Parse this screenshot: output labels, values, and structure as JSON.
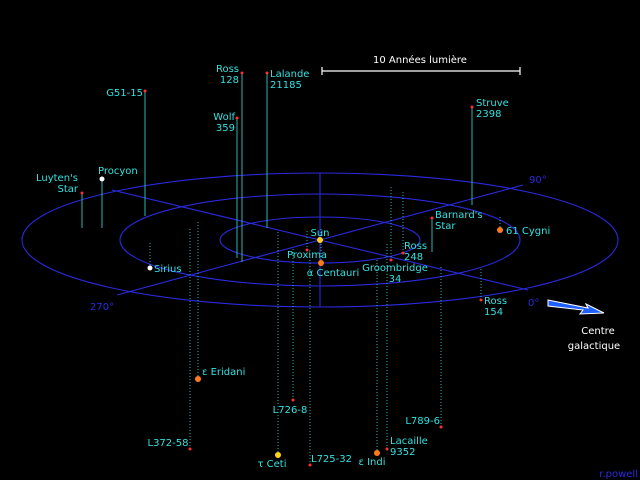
{
  "colors": {
    "background": "#000000",
    "grid": "#2a2adf",
    "stem": "#2bb3b3",
    "stem_below": "#2bb3b3",
    "label": "#35e0e0",
    "scale": "#ffffff",
    "star_red": "#ff3030",
    "star_orange": "#ff7a1a",
    "star_yellow": "#ffd21a",
    "star_white": "#ffffff",
    "arrow": "#2060ff",
    "credit": "#2a2adf"
  },
  "scale_bar": {
    "label": "10 Années lumière"
  },
  "angles": {
    "a0": "0°",
    "a90": "90°",
    "a270": "270°"
  },
  "galactic_center": {
    "line1": "Centre",
    "line2": "galactique"
  },
  "credit": "r.powell",
  "stars": [
    {
      "id": "sun",
      "lines": [
        "Sun"
      ],
      "color": "yellow"
    },
    {
      "id": "proxima",
      "lines": [
        "Proxima"
      ],
      "color": "red"
    },
    {
      "id": "alpha-centauri",
      "lines": [
        "α Centauri"
      ],
      "color": "orange"
    },
    {
      "id": "sirius",
      "lines": [
        "Sirius"
      ],
      "color": "white"
    },
    {
      "id": "procyon",
      "lines": [
        "Procyon"
      ],
      "color": "white"
    },
    {
      "id": "luytens-star",
      "lines": [
        "Luyten's",
        "Star"
      ],
      "color": "red"
    },
    {
      "id": "g51-15",
      "lines": [
        "G51-15"
      ],
      "color": "red"
    },
    {
      "id": "ross-128",
      "lines": [
        "Ross",
        "128"
      ],
      "color": "red"
    },
    {
      "id": "wolf-359",
      "lines": [
        "Wolf",
        "359"
      ],
      "color": "red"
    },
    {
      "id": "lalande-21185",
      "lines": [
        "Lalande",
        "21185"
      ],
      "color": "red"
    },
    {
      "id": "struve-2398",
      "lines": [
        "Struve",
        "2398"
      ],
      "color": "red"
    },
    {
      "id": "barnards-star",
      "lines": [
        "Barnard's",
        "Star"
      ],
      "color": "red"
    },
    {
      "id": "61-cygni",
      "lines": [
        "61 Cygni"
      ],
      "color": "orange"
    },
    {
      "id": "ross-248",
      "lines": [
        "Ross",
        "248"
      ],
      "color": "red"
    },
    {
      "id": "groombridge-34",
      "lines": [
        "Groombridge",
        "34"
      ],
      "color": "red"
    },
    {
      "id": "ross-154",
      "lines": [
        "Ross",
        "154"
      ],
      "color": "red"
    },
    {
      "id": "epsilon-eridani",
      "lines": [
        "ε Eridani"
      ],
      "color": "orange"
    },
    {
      "id": "l372-58",
      "lines": [
        "L372-58"
      ],
      "color": "red"
    },
    {
      "id": "l726-8",
      "lines": [
        "L726-8"
      ],
      "color": "red"
    },
    {
      "id": "tau-ceti",
      "lines": [
        "τ Ceti"
      ],
      "color": "yellow"
    },
    {
      "id": "l725-32",
      "lines": [
        "L725-32"
      ],
      "color": "red"
    },
    {
      "id": "epsilon-indi",
      "lines": [
        "ε Indi"
      ],
      "color": "orange"
    },
    {
      "id": "lacaille-9352",
      "lines": [
        "Lacaille",
        "9352"
      ],
      "color": "red"
    },
    {
      "id": "l789-6",
      "lines": [
        "L789-6"
      ],
      "color": "red"
    }
  ]
}
